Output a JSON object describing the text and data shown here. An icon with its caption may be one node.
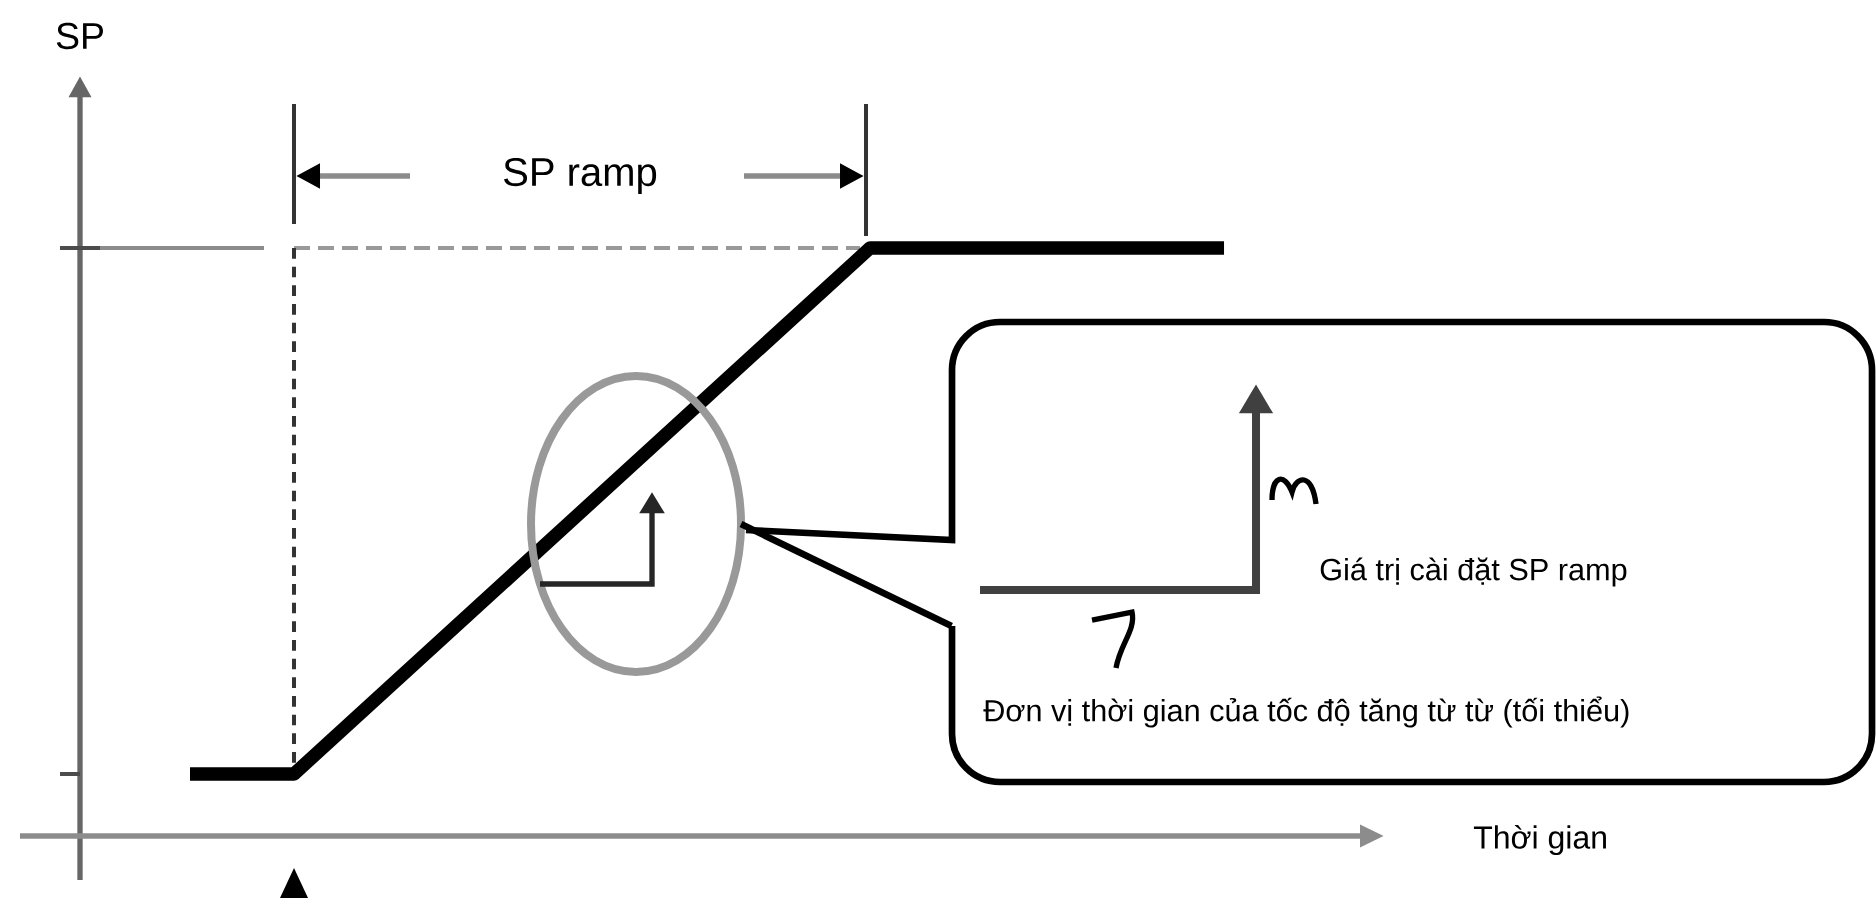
{
  "diagram": {
    "nodes": [
      {
        "text": [
          "Giá trị cài đặt SP ramp",
          "Đơn vị thời gian của tốc độ tăng từ từ (tối thiểu)"
        ]
      },
      {
        "text": [],
        "shape": "circle"
      }
    ],
    "edges": [
      {
        "from": 0,
        "to": 1,
        "arrow": "none"
      }
    ],
    "labels": [
      "SP",
      "SP ramp",
      "Thời gian"
    ]
  }
}
